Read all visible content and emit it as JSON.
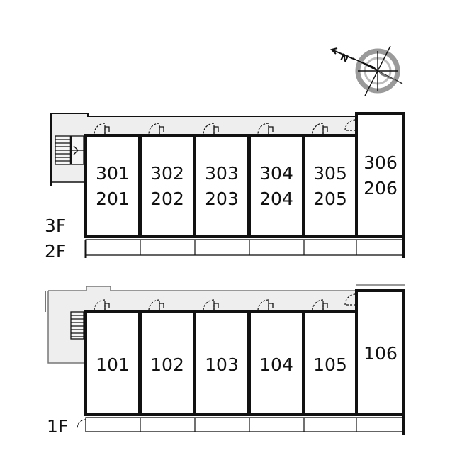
{
  "upper_plan": {
    "floor_labels": [
      "3F",
      "2F"
    ],
    "units": [
      {
        "top": "301",
        "bottom": "201"
      },
      {
        "top": "302",
        "bottom": "202"
      },
      {
        "top": "303",
        "bottom": "203"
      },
      {
        "top": "304",
        "bottom": "204"
      },
      {
        "top": "305",
        "bottom": "205"
      },
      {
        "top": "306",
        "bottom": "206"
      }
    ]
  },
  "lower_plan": {
    "floor_labels": [
      "1F"
    ],
    "units": [
      {
        "label": "101"
      },
      {
        "label": "102"
      },
      {
        "label": "103"
      },
      {
        "label": "104"
      },
      {
        "label": "105"
      },
      {
        "label": "106"
      }
    ]
  },
  "compass": {
    "north_label": "N"
  },
  "colors": {
    "wall": "#111111",
    "corridor": "#eeeeee",
    "room": "#ffffff",
    "compass_ring": "#9a9a9a"
  }
}
